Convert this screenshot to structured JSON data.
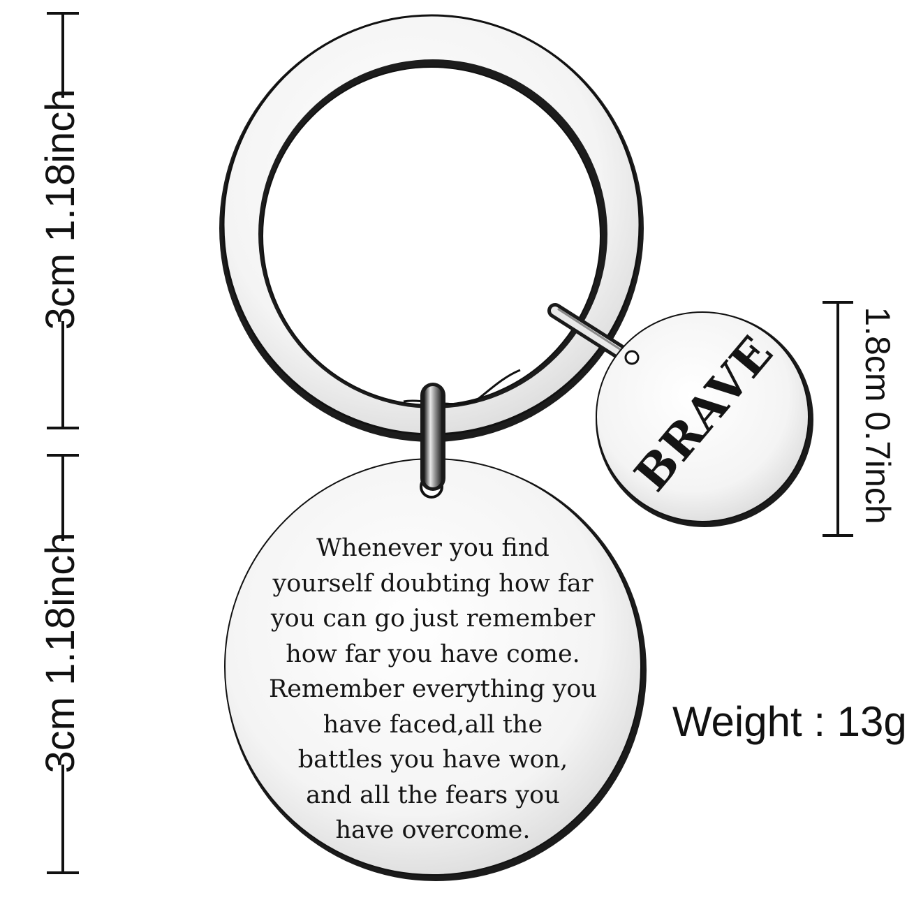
{
  "product": {
    "big_ring_dimension": "3cm 1.18inch",
    "pendant_dimension": "3cm 1.18inch",
    "charm_dimension": "1.8cm 0.7inch",
    "weight": "Weight : 13g"
  },
  "pendant": {
    "engraving_lines": [
      "Whenever you find",
      "yourself doubting how far",
      "you can go just remember",
      "how far you have come.",
      "Remember everything you",
      "have faced,all the",
      "battles you have won,",
      "and all the fears you",
      "have overcome."
    ]
  },
  "charm": {
    "text": "BRAVE"
  },
  "colors": {
    "metal_light": "#f6f6f6",
    "metal_edge": "#1a1a1a",
    "ink": "#141414"
  }
}
